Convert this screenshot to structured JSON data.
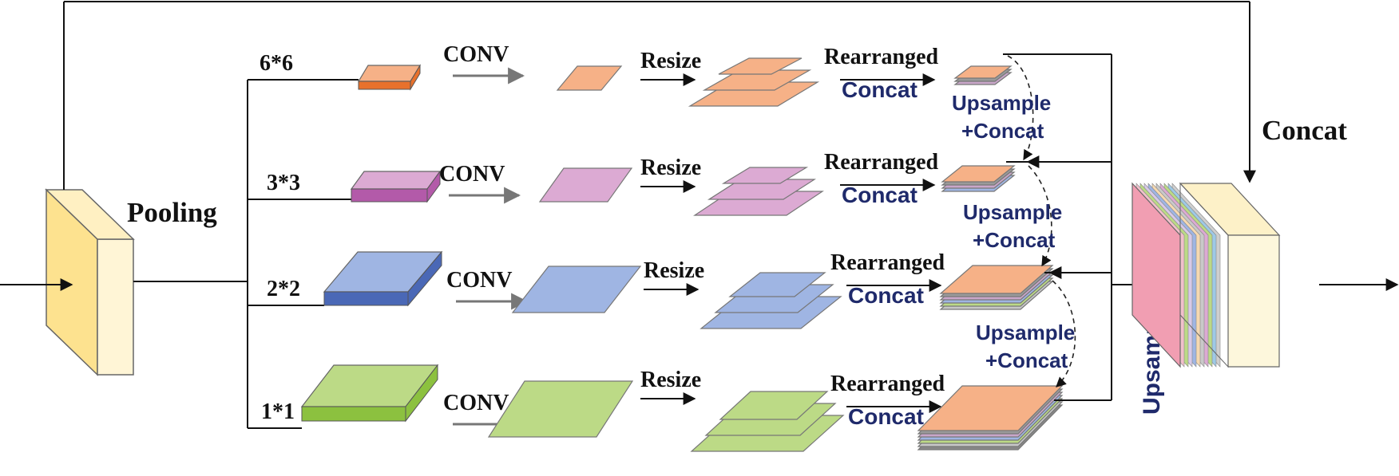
{
  "labels": {
    "pooling": "Pooling",
    "conv": "CONV",
    "resize": "Resize",
    "rearranged": "Rearranged",
    "concat": "Concat",
    "upsample": "Upsample",
    "plus_concat": "+Concat",
    "final_concat": "Concat",
    "vertical_merge": "Upsample  +  Concat"
  },
  "branches": [
    {
      "scale": "6*6",
      "color": "#f6b187",
      "side": "#e8712c"
    },
    {
      "scale": "3*3",
      "color": "#dcaad3",
      "side": "#b35aa9"
    },
    {
      "scale": "2*2",
      "color": "#9fb5e3",
      "side": "#4a68b6"
    },
    {
      "scale": "1*1",
      "color": "#bcda86",
      "side": "#8cc13f"
    }
  ],
  "colors": {
    "input_front": "#fde28f",
    "input_side": "#fff5d6",
    "output_front": "#f19eb2",
    "output_side": "#fdf7dc",
    "label_blue": "#1f2a6b"
  }
}
